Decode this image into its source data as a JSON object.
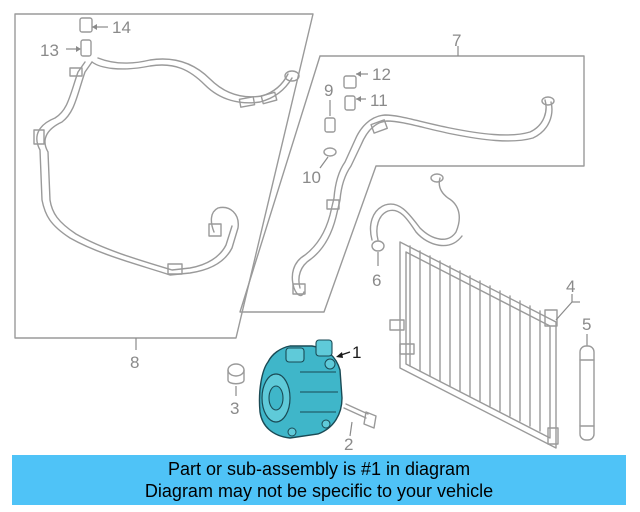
{
  "labels": {
    "l1": "1",
    "l2": "2",
    "l3": "3",
    "l4": "4",
    "l5": "5",
    "l6": "6",
    "l7": "7",
    "l8": "8",
    "l9": "9",
    "l10": "10",
    "l11": "11",
    "l12": "12",
    "l13": "13",
    "l14": "14"
  },
  "colors": {
    "highlight": "#3fb6c9",
    "banner": "#4fc3f7",
    "line": "#9a9a9a"
  },
  "banner": {
    "line1": "Part or sub-assembly is #1 in diagram",
    "line2": "Diagram may not be specific to your vehicle"
  }
}
